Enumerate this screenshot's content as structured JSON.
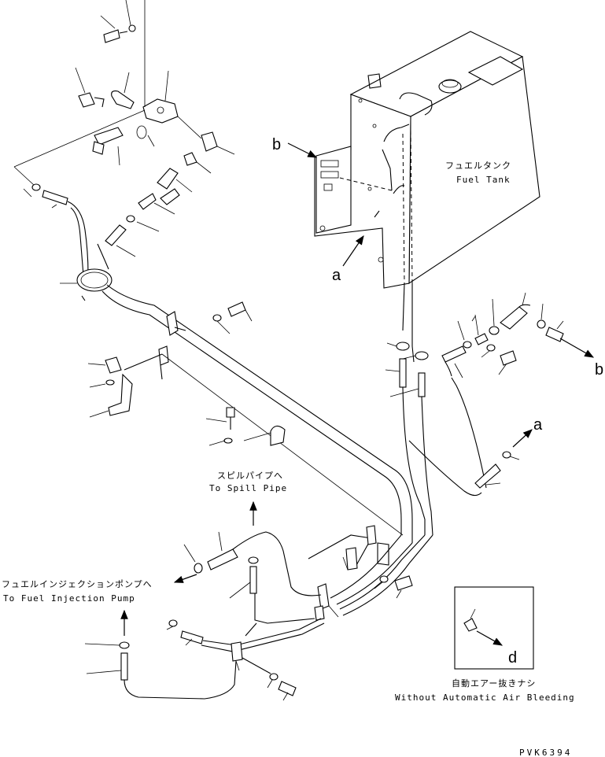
{
  "labels": {
    "fuel_tank_jp": "フュエルタンク",
    "fuel_tank_en": "Fuel Tank",
    "spill_pipe_jp": "スピルパイプへ",
    "spill_pipe_en": "To Spill Pipe",
    "injection_pump_jp": "フュエルインジェクションポンプへ",
    "injection_pump_en": "To Fuel Injection Pump",
    "no_air_bleed_jp": "自動エアー抜きナシ",
    "no_air_bleed_en": "Without Automatic Air Bleeding",
    "drawing_code": "PVK6394"
  },
  "reference_letters": {
    "a_tank": "a",
    "a_pipe": "a",
    "b_tank": "b",
    "b_pipe": "b",
    "d_inset": "d"
  }
}
